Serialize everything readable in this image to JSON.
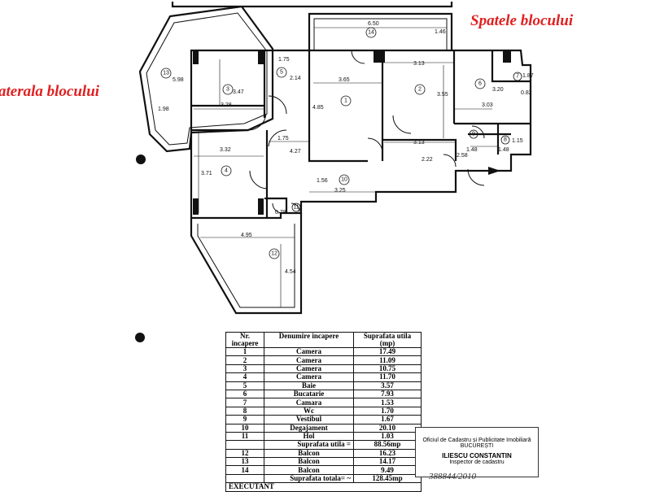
{
  "labels": {
    "back": "Spatele blocului",
    "side": "aterala blocului"
  },
  "dimensions": {
    "d650": "6.50",
    "d146": "1.46",
    "d175a": "1.75",
    "d214": "2.14",
    "d365": "3.65",
    "d313a": "3.13",
    "d320": "3.20",
    "d187": "1.87",
    "d082": "0.82",
    "d598": "5.98",
    "d347": "3.47",
    "d328": "3.28",
    "d198": "1.98",
    "d485": "4.85",
    "d355": "3.55",
    "d303": "3.03",
    "d175b": "1.75",
    "d427": "4.27",
    "d313b": "3.13",
    "d115": "1.15",
    "d148a": "1.48",
    "d148b": "1.48",
    "d258": "2.58",
    "d332": "3.32",
    "d371": "3.71",
    "d222": "2.22",
    "d156": "1.56",
    "d325": "3.25",
    "d078": "0.78",
    "d495": "4.95",
    "d454": "4.54"
  },
  "rooms": [
    "1",
    "2",
    "3",
    "4",
    "5",
    "6",
    "7",
    "8",
    "9",
    "10",
    "11",
    "12",
    "13",
    "14"
  ],
  "table": {
    "headers": {
      "nr": "Nr. incapere",
      "name": "Denumire incapere",
      "area": "Suprafata utila (mp)"
    },
    "rows": [
      {
        "nr": "1",
        "name": "Camera",
        "area": "17.49"
      },
      {
        "nr": "2",
        "name": "Camera",
        "area": "11.09"
      },
      {
        "nr": "3",
        "name": "Camera",
        "area": "10.75"
      },
      {
        "nr": "4",
        "name": "Camera",
        "area": "11.70"
      },
      {
        "nr": "5",
        "name": "Baie",
        "area": "3.57"
      },
      {
        "nr": "6",
        "name": "Bucatarie",
        "area": "7.93"
      },
      {
        "nr": "7",
        "name": "Camara",
        "area": "1.53"
      },
      {
        "nr": "8",
        "name": "Wc",
        "area": "1.70"
      },
      {
        "nr": "9",
        "name": "Vestibul",
        "area": "1.67"
      },
      {
        "nr": "10",
        "name": "Degajament",
        "area": "20.10"
      },
      {
        "nr": "11",
        "name": "Hol",
        "area": "1.03"
      }
    ],
    "useful_label": "Suprafata utila =",
    "useful_value": "88.56mp",
    "balcony_rows": [
      {
        "nr": "12",
        "name": "Balcon",
        "area": "16.23"
      },
      {
        "nr": "13",
        "name": "Balcon",
        "area": "14.17"
      },
      {
        "nr": "14",
        "name": "Balcon",
        "area": "9.49"
      }
    ],
    "total_label": "Suprafata totala= ~",
    "total_value": "128.45mp",
    "executant": "EXECUTANT"
  },
  "stamp": {
    "line1": "Oficiul de Cadastru și Publicitate Imobiliară",
    "line2": "BUCUREȘTI",
    "line3": "ILIESCU CONSTANTIN",
    "line4": "Inspector de cadastru",
    "number": "388844/2010"
  },
  "colors": {
    "label_red": "#e02020",
    "ink": "#111111"
  }
}
